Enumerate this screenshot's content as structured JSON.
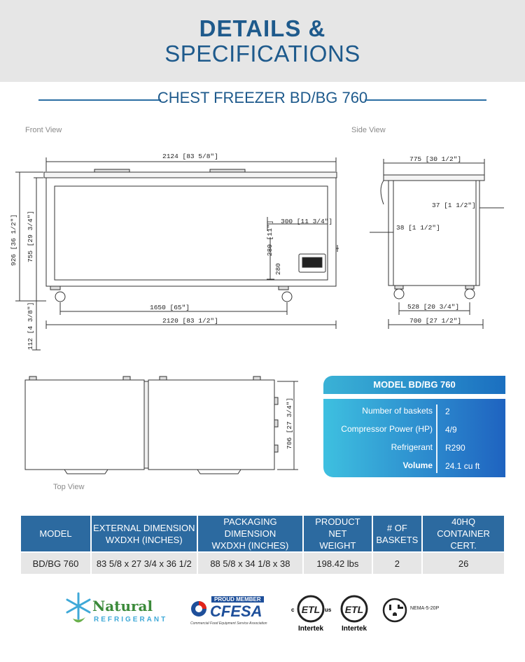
{
  "header": {
    "title_line1": "DETAILS &",
    "title_line2": "SPECIFICATIONS"
  },
  "subtitle": "CHEST FREEZER BD/BG 760",
  "front_view": {
    "label": "Front View",
    "dims": {
      "width_top": "2124 [83 5/8\"]",
      "height_total": "926 [36 1/2\"]",
      "height_body": "755 [29 3/4\"]",
      "window_w": "300 [11 3/4\"]",
      "window_h_left": "280 [11\"]",
      "window_h": "280",
      "caster_span": "1650 [65\"]",
      "width_bottom": "2120 [83 1/2\"]",
      "caster_h": "112 [4 3/8\"]"
    }
  },
  "side_view": {
    "label": "Side View",
    "dims": {
      "depth_top": "775 [30 1/2\"]",
      "lid_offset": "37 [1 1/2\"]",
      "left_offset": "38 [1 1/2\"]",
      "caster_span": "528 [20 3/4\"]",
      "depth_bottom": "700 [27 1/2\"]"
    }
  },
  "top_view": {
    "label": "Top View",
    "depth": "706 [27 3/4\"]"
  },
  "model_box": {
    "title": "MODEL BD/BG 760",
    "rows": [
      {
        "label": "Number of baskets",
        "value": "2"
      },
      {
        "label": "Compressor Power (HP)",
        "value": "4/9"
      },
      {
        "label": "Refrigerant",
        "value": "R290"
      },
      {
        "label": "Volume",
        "value": "24.1 cu ft"
      }
    ]
  },
  "table": {
    "headers": [
      "MODEL",
      "EXTERNAL DIMENSION WXDXH (INCHES)",
      "PACKAGING DIMENSION WXDXH (INCHES)",
      "PRODUCT NET WEIGHT",
      "# OF BASKETS",
      "40HQ CONTAINER CERT."
    ],
    "header_lines": [
      [
        "MODEL"
      ],
      [
        "EXTERNAL DIMENSION",
        "WXDXH (INCHES)"
      ],
      [
        "PACKAGING DIMENSION",
        "WXDXH (INCHES)"
      ],
      [
        "PRODUCT NET",
        "WEIGHT"
      ],
      [
        "# OF",
        "BASKETS"
      ],
      [
        "40HQ",
        "CONTAINER CERT."
      ]
    ],
    "row": [
      "BD/BG 760",
      "83 5/8 x 27 3/4 x 36 1/2",
      "88 5/8 x 34 1/8 x 38",
      "198.42 lbs",
      "2",
      "26"
    ]
  },
  "logos": {
    "natural": {
      "line1": "Natural",
      "line2": "REFRIGERANT"
    },
    "cfesa": {
      "top": "PROUD MEMBER",
      "name": "CFESA",
      "tagline": "Commercial Food Equipment Service Association"
    },
    "etl1": {
      "mark": "ETL",
      "c": "c",
      "us": "us",
      "brand": "Intertek"
    },
    "etl2": {
      "mark": "ETL",
      "brand": "Intertek"
    },
    "plug": {
      "label": "NEMA-5-20P"
    }
  },
  "colors": {
    "brand_blue": "#1e5a8c",
    "table_header": "#2c6aa0",
    "header_bg": "#e6e6e6",
    "spec_gradient_start": "#3ec0e0",
    "spec_gradient_end": "#1f63c0"
  }
}
